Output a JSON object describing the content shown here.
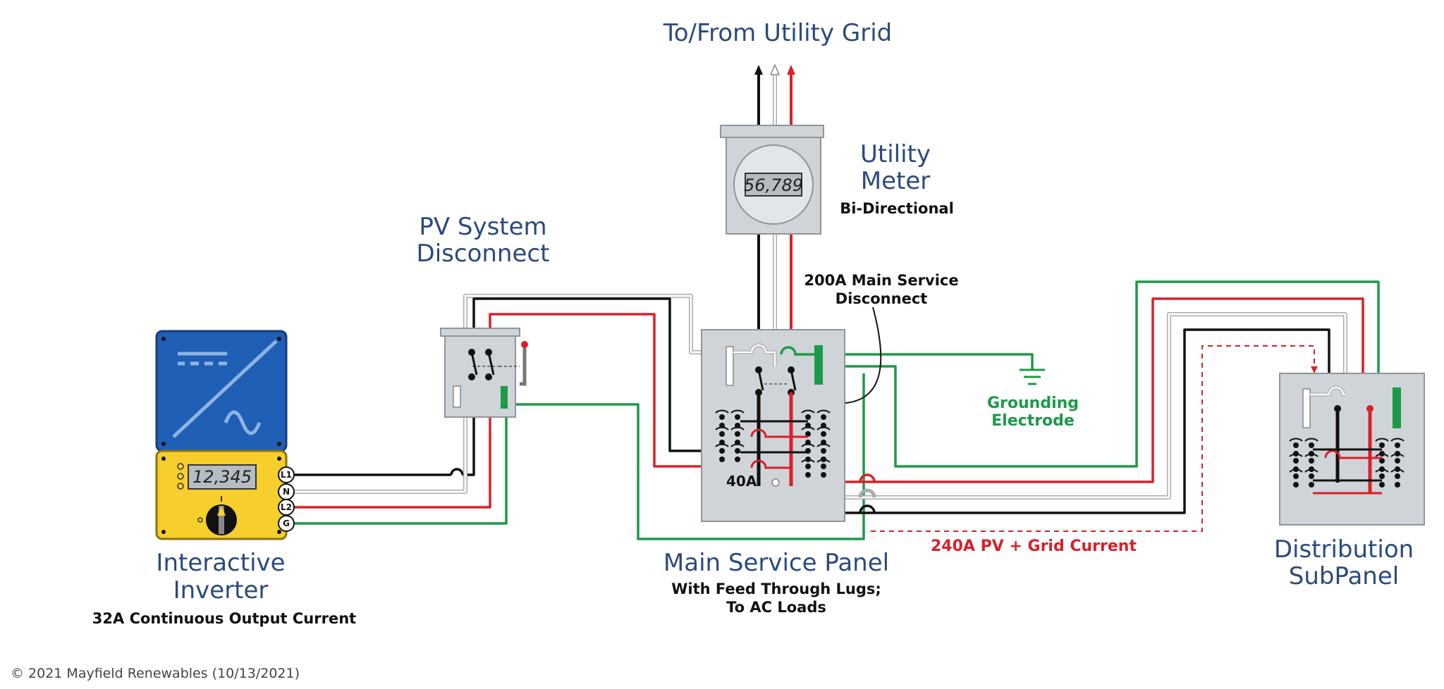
{
  "labels": {
    "grid_title": "To/From Utility Grid",
    "meter_title_1": "Utility",
    "meter_title_2": "Meter",
    "meter_sub": "Bi-Directional",
    "meter_reading": "56,789",
    "pv_title_1": "PV System",
    "pv_title_2": "Disconnect",
    "main_disc_1": "200A Main Service",
    "main_disc_2": "Disconnect",
    "grounding_1": "Grounding",
    "grounding_2": "Electrode",
    "inverter_title_1": "Interactive",
    "inverter_title_2": "Inverter",
    "inverter_sub": "32A Continuous Output Current",
    "inverter_reading": "12,345",
    "terminal_l1": "L1",
    "terminal_n": "N",
    "terminal_l2": "L2",
    "terminal_g": "G",
    "breaker_40a": "40A",
    "msp_title": "Main Service Panel",
    "msp_sub_1": "With Feed Through Lugs;",
    "msp_sub_2": "To AC Loads",
    "pv_grid_current": "240A PV + Grid Current",
    "sub_title_1": "Distribution",
    "sub_title_2": "SubPanel",
    "copyright": "© 2021 Mayfield Renewables (10/13/2021)"
  },
  "colors": {
    "title_blue": "#2b4a7e",
    "hot_black": "#111111",
    "hot_red": "#d9202a",
    "ground_green": "#1c9a48",
    "neutral_gray": "#b5b5b5",
    "panel_gray": "#c9ced3",
    "inverter_blue": "#1f5fb5",
    "inverter_yellow": "#f6cf2d"
  }
}
